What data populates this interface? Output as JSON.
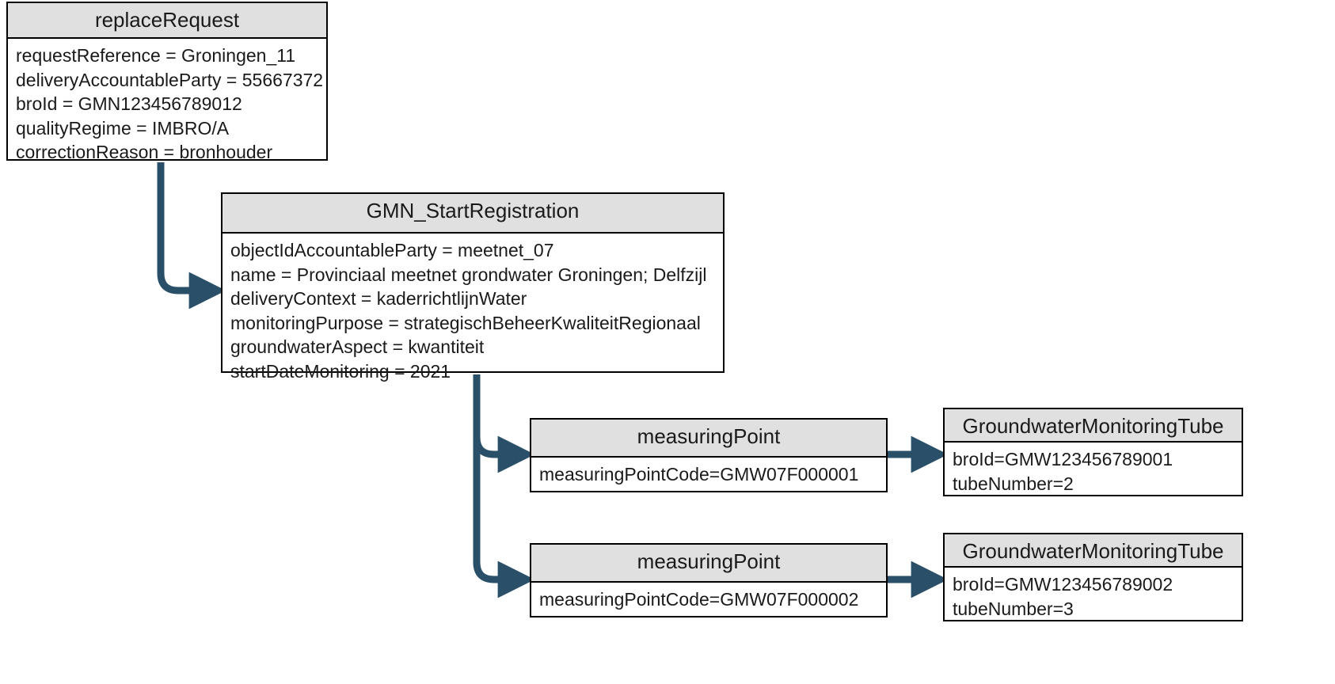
{
  "diagram": {
    "type": "uml-object-diagram",
    "line_color": "#2a5069",
    "header_fill": "#e0e0e0",
    "border_color": "#000000",
    "boxes": [
      {
        "id": "replaceRequest",
        "title": "replaceRequest",
        "attributes": [
          "requestReference = Groningen_11",
          "deliveryAccountableParty = 55667372",
          "broId = GMN123456789012",
          "qualityRegime = IMBRO/A",
          "correctionReason = bronhouder"
        ]
      },
      {
        "id": "gmnStartRegistration",
        "title": "GMN_StartRegistration",
        "attributes": [
          "objectIdAccountableParty = meetnet_07",
          "name = Provinciaal meetnet grondwater Groningen; Delfzijl",
          "deliveryContext = kaderrichtlijnWater",
          "monitoringPurpose = strategischBeheerKwaliteitRegionaal",
          "groundwaterAspect = kwantiteit",
          "startDateMonitoring = 2021"
        ]
      },
      {
        "id": "measuringPoint1",
        "title": "measuringPoint",
        "attributes": [
          "measuringPointCode=GMW07F000001"
        ]
      },
      {
        "id": "measuringPoint2",
        "title": "measuringPoint",
        "attributes": [
          "measuringPointCode=GMW07F000002"
        ]
      },
      {
        "id": "groundwaterMonitoringTube1",
        "title": "GroundwaterMonitoringTube",
        "attributes": [
          "broId=GMW123456789001",
          "tubeNumber=2"
        ]
      },
      {
        "id": "groundwaterMonitoringTube2",
        "title": "GroundwaterMonitoringTube",
        "attributes": [
          "broId=GMW123456789002",
          "tubeNumber=3"
        ]
      }
    ],
    "connectors": [
      {
        "from": "replaceRequest",
        "to": "gmnStartRegistration",
        "style": "elbow-arrow"
      },
      {
        "from": "gmnStartRegistration",
        "to": "measuringPoint1",
        "style": "elbow-arrow"
      },
      {
        "from": "gmnStartRegistration",
        "to": "measuringPoint2",
        "style": "elbow-arrow"
      },
      {
        "from": "measuringPoint1",
        "to": "groundwaterMonitoringTube1",
        "style": "straight-arrow"
      },
      {
        "from": "measuringPoint2",
        "to": "groundwaterMonitoringTube2",
        "style": "straight-arrow"
      }
    ]
  }
}
